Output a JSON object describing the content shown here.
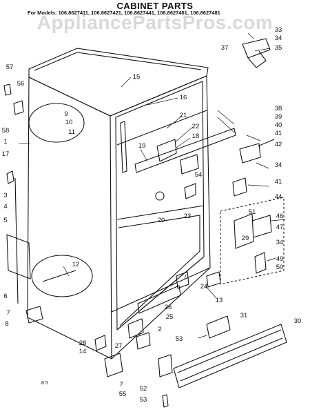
{
  "title": "CABINET PARTS",
  "models": "For Models: 106.8627411, 106.8627421, 106.8627441, 106.8627461, 106.8627481",
  "watermark": "AppliancePartsPros.com",
  "footnote": "8 5",
  "callouts": [
    "1",
    "2",
    "3",
    "4",
    "5",
    "6",
    "7",
    "7",
    "8",
    "9",
    "10",
    "11",
    "12",
    "13",
    "14",
    "15",
    "16",
    "17",
    "18",
    "19",
    "20",
    "21",
    "22",
    "23",
    "24",
    "25",
    "26",
    "27",
    "28",
    "29",
    "30",
    "31",
    "33",
    "34",
    "34",
    "34",
    "35",
    "37",
    "38",
    "39",
    "40",
    "41",
    "41",
    "42",
    "44",
    "46",
    "47",
    "49",
    "50",
    "51",
    "52",
    "53",
    "53",
    "54",
    "55",
    "56",
    "57",
    "58"
  ]
}
